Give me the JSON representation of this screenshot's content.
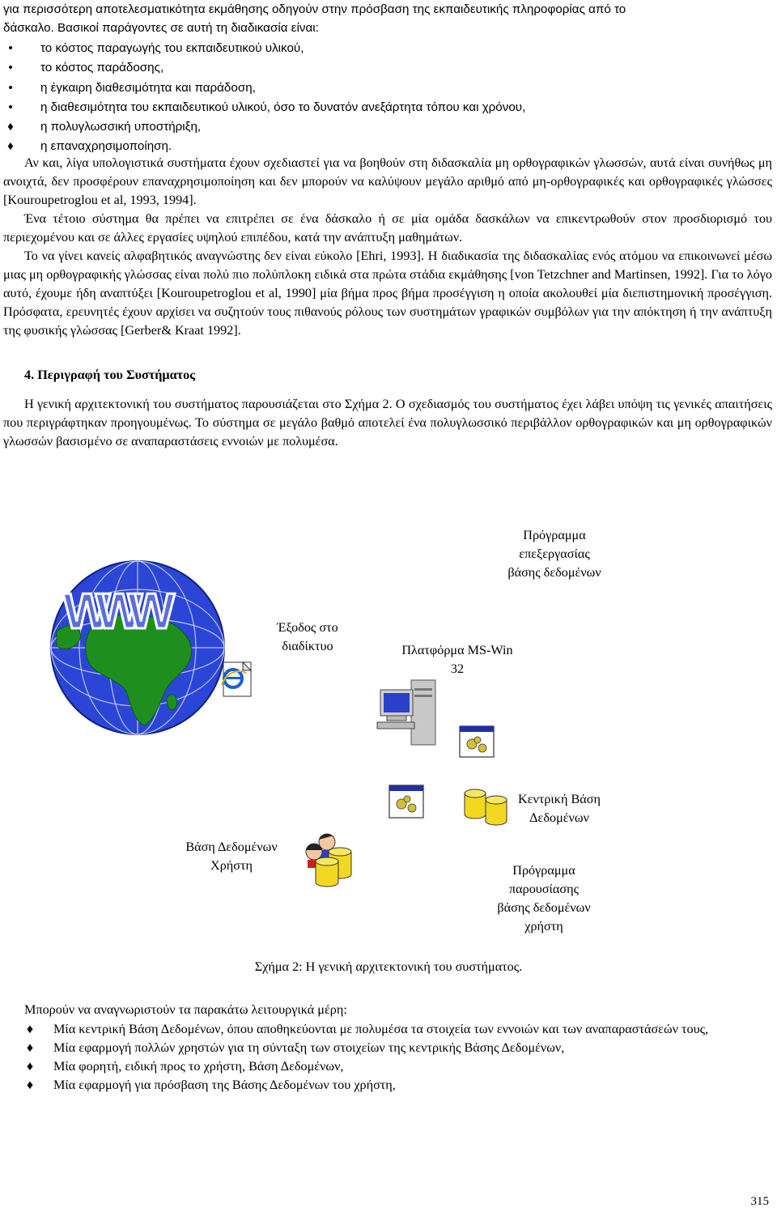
{
  "intro": {
    "line1": "για περισσότερη αποτελεσματικότητα εκμάθησης οδηγούν στην πρόσβαση της εκπαιδευτικής πληροφορίας από το",
    "line2": "δάσκαλο. Βασικοί παράγοντες σε αυτή τη διαδικασία είναι:"
  },
  "factors": [
    "το κόστος παραγωγής του εκπαιδευτικού υλικού,",
    "το κόστος παράδοσης,",
    "η έγκαιρη διαθεσιμότητα και παράδοση,",
    "η διαθεσιμότητα του εκπαιδευτικού υλικού, όσο το δυνατόν ανεξάρτητα τόπου και χρόνου,",
    "η πολυγλωσσική υποστήριξη,",
    "η επαναχρησιμοποίηση."
  ],
  "bullet_symbols": {
    "dot": "•",
    "diamond": "♦"
  },
  "paragraphs": {
    "p1": "Αν και, λίγα υπολογιστικά συστήματα έχουν σχεδιαστεί για να βοηθούν στη διδασκαλία μη ορθογραφικών γλωσσών, αυτά είναι συνήθως μη ανοιχτά, δεν προσφέρουν επαναχρησιμοποίηση και δεν μπορούν να καλύψουν μεγάλο αριθμό από μη-ορθογραφικές και ορθογραφικές γλώσσες [Kouroupetroglou et al, 1993, 1994].",
    "p2": "Ένα τέτοιο σύστημα θα πρέπει να επιτρέπει σε ένα δάσκαλο ή σε μία ομάδα δασκάλων να επικεντρωθούν στον προσδιορισμό του περιεχομένου και σε άλλες εργασίες υψηλού επιπέδου, κατά την ανάπτυξη μαθημάτων.",
    "p3": "Το να γίνει κανείς αλφαβητικός αναγνώστης δεν είναι εύκολο [Ehri, 1993]. Η διαδικασία της διδασκαλίας ενός ατόμου να επικοινωνεί μέσω μιας μη ορθογραφικής γλώσσας είναι πολύ πιο πολύπλοκη ειδικά στα πρώτα στάδια εκμάθησης [von Tetzchner and Martinsen, 1992]. Για το λόγο αυτό, έχουμε ήδη αναπτύξει [Kouroupetroglou et al, 1990] μία βήμα προς βήμα προσέγγιση η οποία ακολουθεί μία διεπιστημονική προσέγγιση. Πρόσφατα, ερευνητές έχουν αρχίσει να συζητούν τους πιθανούς ρόλους των συστημάτων γραφικών συμβόλων για την απόκτηση ή την ανάπτυξη της φυσικής γλώσσας [Gerber& Kraat 1992]."
  },
  "section": {
    "heading": "4. Περιγραφή του Συστήματος",
    "body": "Η γενική αρχιτεκτονική του συστήματος παρουσιάζεται στο Σχήμα 2. Ο σχεδιασμός του συστήματος έχει λάβει υπόψη τις γενικές απαιτήσεις που περιγράφτηκαν προηγουμένως. Το σύστημα σε μεγάλο βαθμό αποτελεί ένα πολυγλωσσικό περιβάλλον ορθογραφικών και μη ορθογραφικών γλωσσών βασισμένο σε αναπαραστάσεις εννοιών με πολυμέσα."
  },
  "figure": {
    "www_text": "WWW",
    "label_db_program": [
      "Πρόγραμμα",
      "επεξεργασίας",
      "βάσης δεδομένων"
    ],
    "label_internet": [
      "Έξοδος στο",
      "διαδίκτυο"
    ],
    "label_platform": [
      "Πλατφόρμα MS-Win",
      "32"
    ],
    "label_central_db": [
      "Κεντρική Βάση",
      "Δεδομένων"
    ],
    "label_user_db": [
      "Βάση Δεδομένων",
      "Χρήστη"
    ],
    "label_presentation": [
      "Πρόγραμμα",
      "παρουσίασης",
      "βάσης δεδομένων",
      "χρήστη"
    ],
    "caption": "Σχήμα 2: Η γενική αρχιτεκτονική του συστήματος."
  },
  "parts": {
    "intro": "Μπορούν να αναγνωριστούν τα παρακάτω λειτουργικά μέρη:",
    "items": [
      "Μία κεντρική Βάση Δεδομένων, όπου αποθηκεύονται με πολυμέσα τα στοιχεία των εννοιών και των αναπαραστάσεών τους,",
      "Μία εφαρμογή πολλών χρηστών για τη σύνταξη των στοιχείων της κεντρικής Βάσης Δεδομένων,",
      "Μία φορητή, ειδική προς το χρήστη, Βάση Δεδομένων,",
      "Μία εφαρμογή για πρόσβαση της Βάσης Δεδομένων του χρήστη,"
    ]
  },
  "page_number": "315",
  "colors": {
    "globe_ocean": "#2b46d6",
    "globe_land": "#1e8f1e",
    "www_blue": "#5a6ee0",
    "cylinder_yellow": "#f2d820"
  }
}
